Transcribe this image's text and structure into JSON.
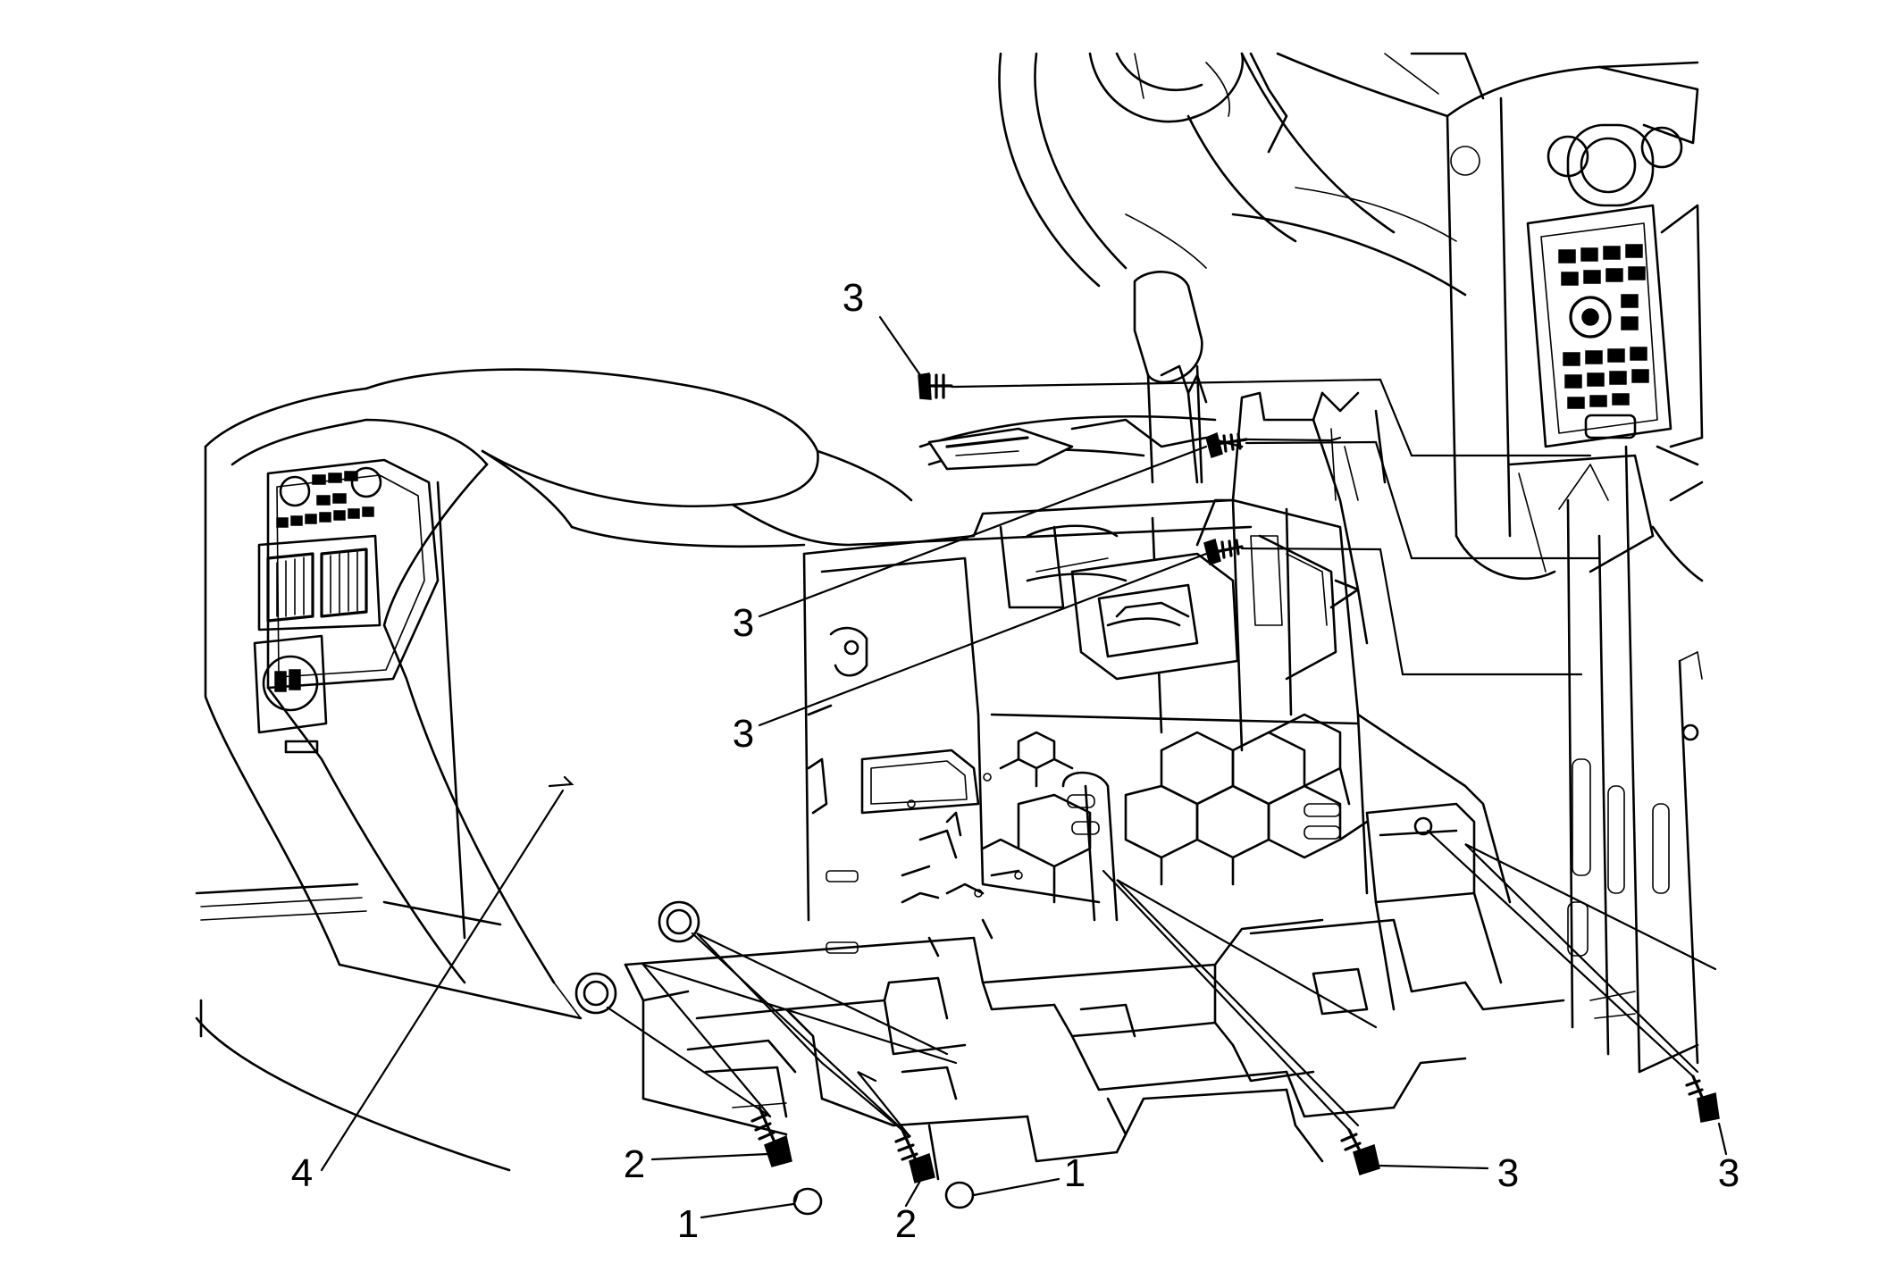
{
  "callouts": [
    {
      "id": "c1a",
      "label": "1"
    },
    {
      "id": "c1b",
      "label": "1"
    },
    {
      "id": "c2a",
      "label": "2"
    },
    {
      "id": "c2b",
      "label": "2"
    },
    {
      "id": "c3a",
      "label": "3"
    },
    {
      "id": "c3b",
      "label": "3"
    },
    {
      "id": "c3c",
      "label": "3"
    },
    {
      "id": "c3d",
      "label": "3"
    },
    {
      "id": "c3e",
      "label": "3"
    },
    {
      "id": "c4",
      "label": "4"
    }
  ]
}
